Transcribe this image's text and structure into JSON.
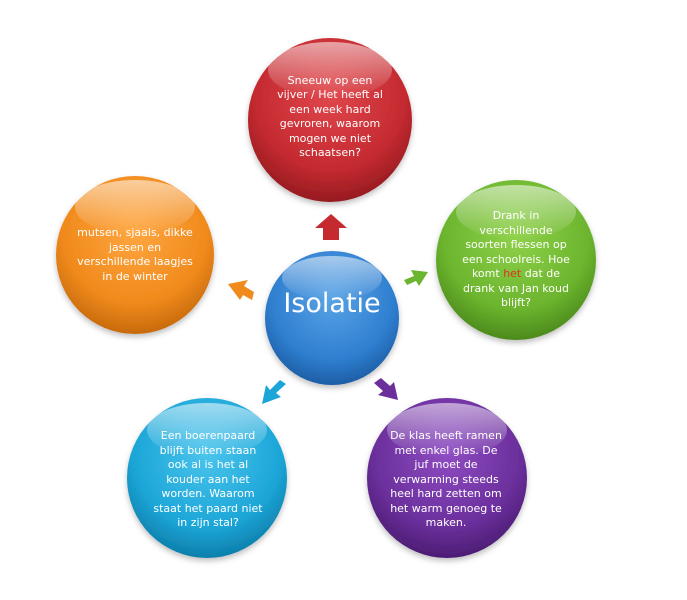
{
  "center": {
    "label": "Isolatie",
    "color": "#2f7fd0"
  },
  "nodes": {
    "top": {
      "color": "#c42a30",
      "text": "Sneeuw op een vijver / Het heeft al een week hard gevroren, waarom mogen we niet schaatsen?"
    },
    "right": {
      "color": "#6cb52e",
      "text_before": "Drank in verschillende soorten flessen op een schoolreis. Hoe komt ",
      "text_highlight": "het",
      "text_after": " dat de drank van Jan koud blijft?",
      "highlight_color": "#e0301e"
    },
    "left": {
      "color": "#f08a1c",
      "text": "mutsen, sjaals, dikke jassen en verschillende laagjes in de winter"
    },
    "bottom_left": {
      "color": "#1ca6d8",
      "text": "Een boerenpaard blijft buiten staan ook al is het al kouder aan het worden. Waarom staat het paard niet in zijn stal?"
    },
    "bottom_right": {
      "color": "#6b2f9c",
      "text": "De klas heeft ramen met enkel glas. De juf moet de verwarming steeds heel hard zetten om het warm genoeg te maken."
    }
  }
}
